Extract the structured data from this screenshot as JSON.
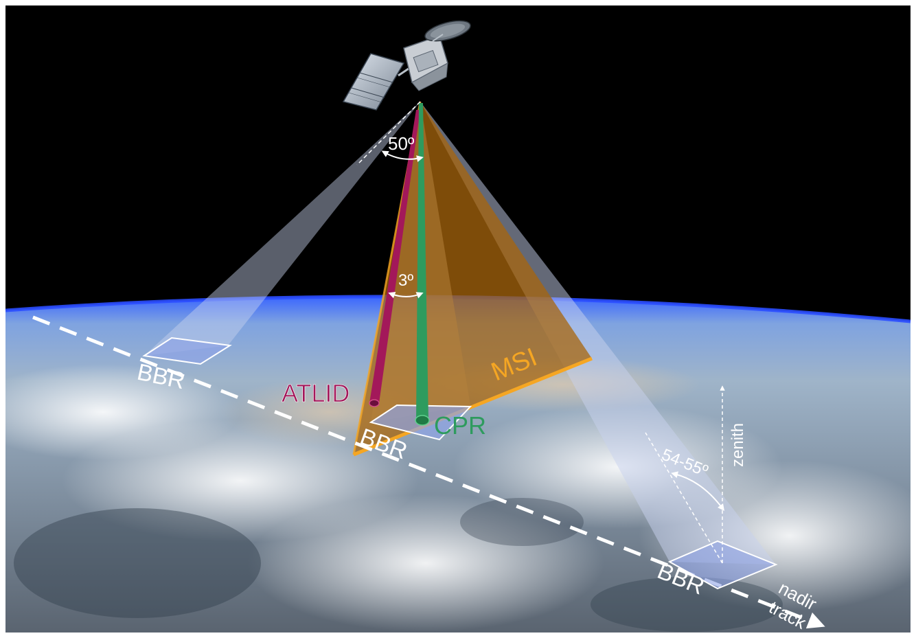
{
  "labels": {
    "angle_50": "50º",
    "angle_3": "3º",
    "angle_54_55": "54-55º",
    "msi": "MSI",
    "atlid": "ATLID",
    "cpr": "CPR",
    "bbr_left": "BBR",
    "bbr_center": "BBR",
    "bbr_right": "BBR",
    "zenith": "zenith",
    "nadir": "nadir",
    "track": "track"
  },
  "colors": {
    "space": "#000000",
    "msi_orange": "#f5a623",
    "msi_fill": "#a8650c",
    "atlid_red": "#a3185a",
    "cpr_green": "#2e9b5e",
    "bbr_beam": "#c8d2ee",
    "white": "#ffffff"
  },
  "icons": {
    "satellite": "satellite-icon"
  }
}
